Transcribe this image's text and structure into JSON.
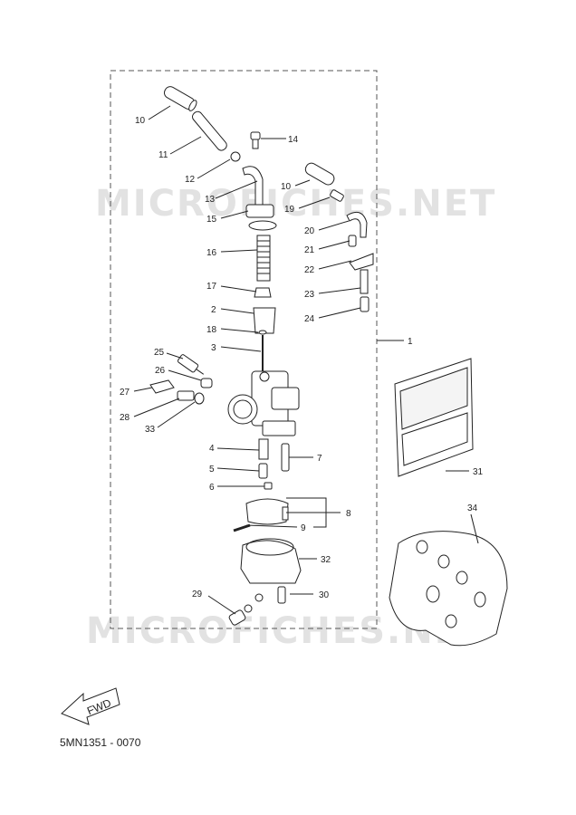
{
  "diagram": {
    "parts": [
      {
        "id": "p1",
        "label": "1"
      },
      {
        "id": "p2",
        "label": "2"
      },
      {
        "id": "p3",
        "label": "3"
      },
      {
        "id": "p4",
        "label": "4"
      },
      {
        "id": "p5",
        "label": "5"
      },
      {
        "id": "p6",
        "label": "6"
      },
      {
        "id": "p7",
        "label": "7"
      },
      {
        "id": "p8",
        "label": "8"
      },
      {
        "id": "p9",
        "label": "9"
      },
      {
        "id": "p10a",
        "label": "10"
      },
      {
        "id": "p10b",
        "label": "10"
      },
      {
        "id": "p11",
        "label": "11"
      },
      {
        "id": "p12",
        "label": "12"
      },
      {
        "id": "p13",
        "label": "13"
      },
      {
        "id": "p14",
        "label": "14"
      },
      {
        "id": "p15",
        "label": "15"
      },
      {
        "id": "p16",
        "label": "16"
      },
      {
        "id": "p17",
        "label": "17"
      },
      {
        "id": "p18",
        "label": "18"
      },
      {
        "id": "p19",
        "label": "19"
      },
      {
        "id": "p20",
        "label": "20"
      },
      {
        "id": "p21",
        "label": "21"
      },
      {
        "id": "p22",
        "label": "22"
      },
      {
        "id": "p23",
        "label": "23"
      },
      {
        "id": "p24",
        "label": "24"
      },
      {
        "id": "p25",
        "label": "25"
      },
      {
        "id": "p26",
        "label": "26"
      },
      {
        "id": "p27",
        "label": "27"
      },
      {
        "id": "p28",
        "label": "28"
      },
      {
        "id": "p29",
        "label": "29"
      },
      {
        "id": "p30",
        "label": "30"
      },
      {
        "id": "p31",
        "label": "31"
      },
      {
        "id": "p32",
        "label": "32"
      },
      {
        "id": "p33",
        "label": "33"
      },
      {
        "id": "p34",
        "label": "34"
      }
    ],
    "fwd_label": "FWD",
    "drawing_code": "5MN1351 - 0070",
    "watermark": "MICROFICHES.NET"
  },
  "colors": {
    "line": "#222222",
    "dash": "#555555",
    "watermark": "#d8d8d8"
  }
}
